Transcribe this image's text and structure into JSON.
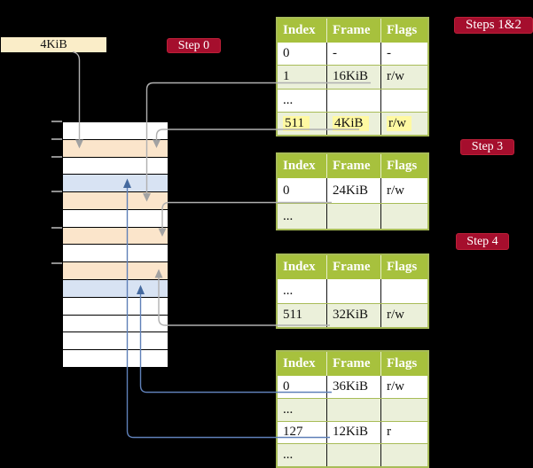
{
  "labels": {
    "frame_box": "4KiB",
    "step0": "Step 0",
    "steps12": "Steps 1&2",
    "step3": "Step 3",
    "step4": "Step 4"
  },
  "colors": {
    "white": "#FFFFFF",
    "peach": "#FBE5CB",
    "blue": "#D8E3F3",
    "table_header_green": "#A7C13D",
    "table_border_green": "#A8BC58",
    "row_shade_green": "#EBF0DA",
    "highlight_yellow": "#FFF9A2",
    "chip_crimson": "#A50E2D",
    "box_cream": "#FAEDC8",
    "gray_connector": "#B0B0B0",
    "blue_connector": "#5F80B8"
  },
  "memory": {
    "rows": [
      "white",
      "peach",
      "white",
      "blue",
      "peach",
      "white",
      "peach",
      "white",
      "peach",
      "blue",
      "white",
      "white",
      "white",
      "white"
    ]
  },
  "tables": [
    {
      "name": "page-table-steps-1-2",
      "header": [
        "Index",
        "Frame",
        "Flags"
      ],
      "rows": [
        {
          "cells": [
            "0",
            "-",
            "-"
          ],
          "shaded": false,
          "highlight": false
        },
        {
          "cells": [
            "1",
            "16KiB",
            "r/w"
          ],
          "shaded": true,
          "highlight": false
        },
        {
          "cells": [
            "...",
            "",
            ""
          ],
          "shaded": false,
          "highlight": false
        },
        {
          "cells": [
            "511",
            "4KiB",
            "r/w"
          ],
          "shaded": true,
          "highlight": true
        }
      ]
    },
    {
      "name": "page-table-step-3",
      "header": [
        "Index",
        "Frame",
        "Flags"
      ],
      "rows": [
        {
          "cells": [
            "0",
            "24KiB",
            "r/w"
          ],
          "shaded": false,
          "highlight": false
        },
        {
          "cells": [
            "...",
            "",
            ""
          ],
          "shaded": true,
          "highlight": false
        }
      ]
    },
    {
      "name": "page-table-step-4",
      "header": [
        "Index",
        "Frame",
        "Flags"
      ],
      "rows": [
        {
          "cells": [
            "...",
            "",
            ""
          ],
          "shaded": false,
          "highlight": false
        },
        {
          "cells": [
            "511",
            "32KiB",
            "r/w"
          ],
          "shaded": true,
          "highlight": false
        }
      ]
    },
    {
      "name": "page-table-leaf",
      "header": [
        "Index",
        "Frame",
        "Flags"
      ],
      "rows": [
        {
          "cells": [
            "0",
            "36KiB",
            "r/w"
          ],
          "shaded": false,
          "highlight": false
        },
        {
          "cells": [
            "...",
            "",
            ""
          ],
          "shaded": true,
          "highlight": false
        },
        {
          "cells": [
            "127",
            "12KiB",
            "r"
          ],
          "shaded": false,
          "highlight": false
        },
        {
          "cells": [
            "...",
            "",
            ""
          ],
          "shaded": true,
          "highlight": false
        }
      ]
    }
  ]
}
